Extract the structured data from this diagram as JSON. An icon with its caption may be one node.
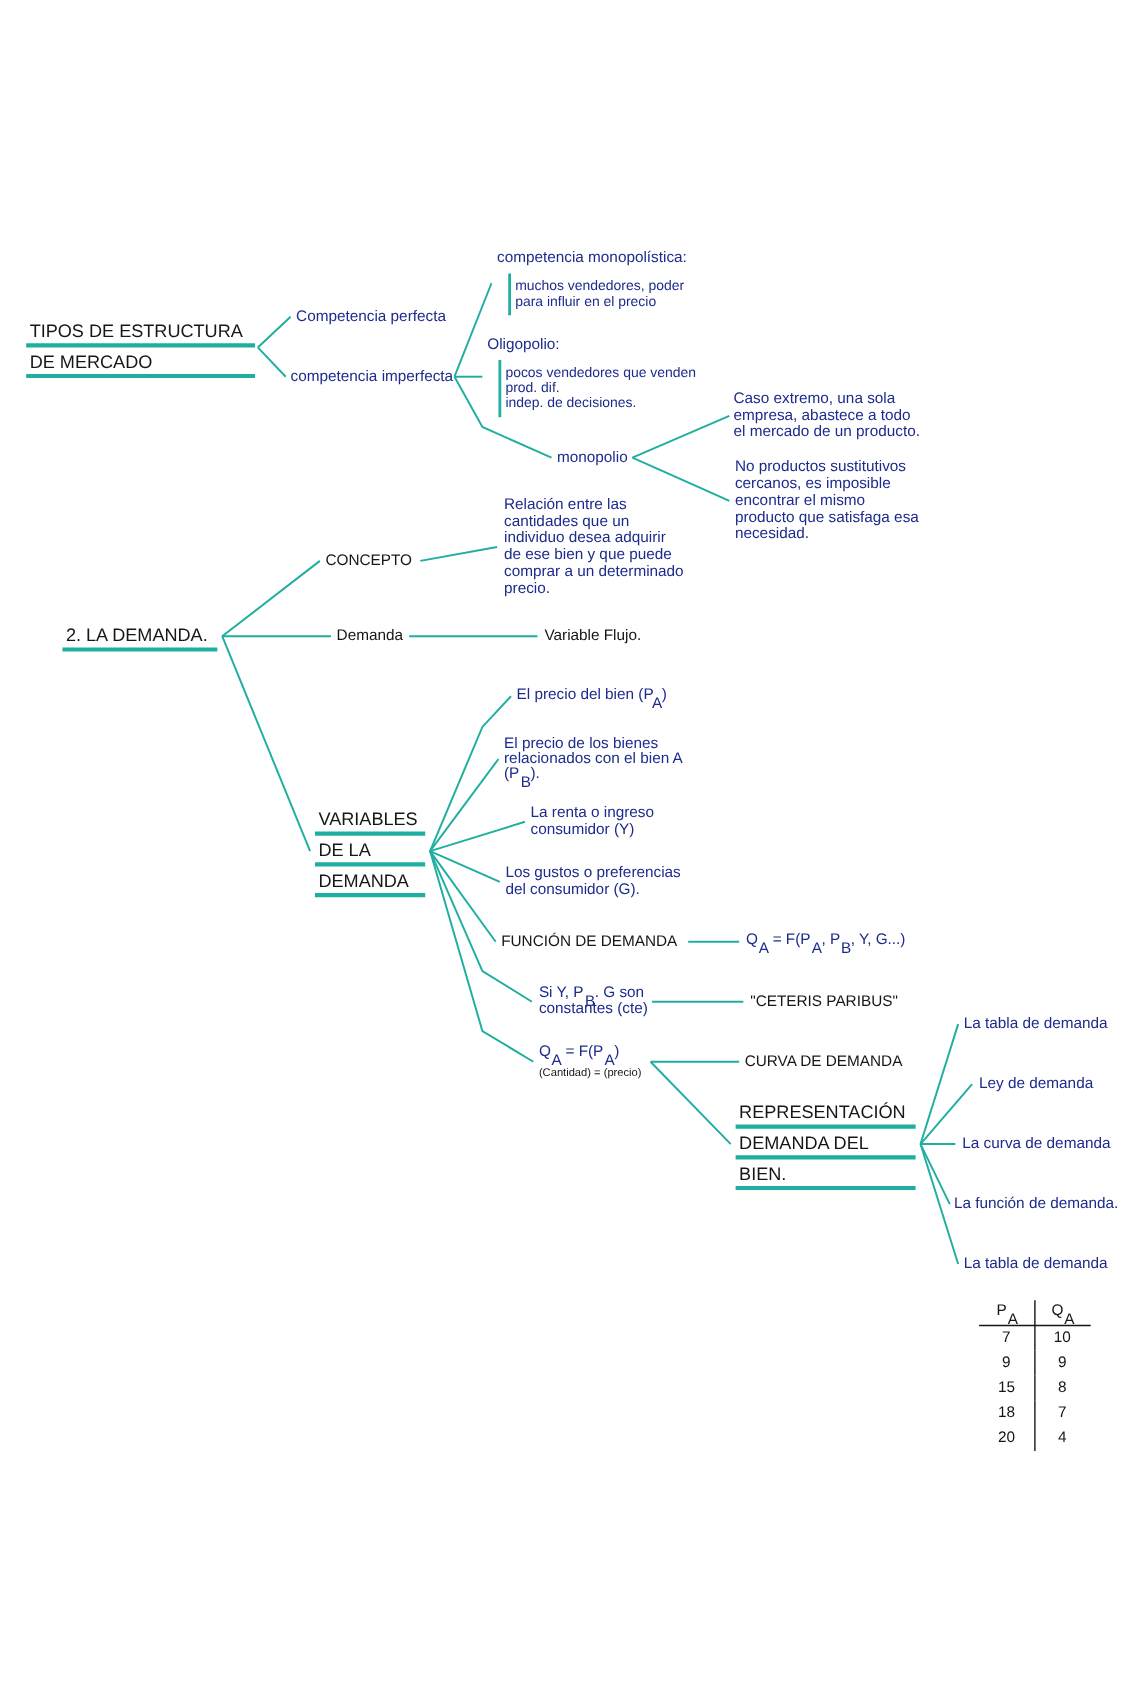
{
  "diagram": {
    "nodes": [
      {
        "text": [
          "TIPOS DE ESTRUCTURA DE MERCADO"
        ]
      },
      {
        "text": [
          "Competencia perfecta"
        ]
      },
      {
        "text": [
          "competencia imperfecta"
        ]
      },
      {
        "text": [
          "competencia monopolística:",
          "muchos vendedores, poder para influir en el precio"
        ]
      },
      {
        "text": [
          "Oligopolio:",
          "pocos vendedores que venden prod. dif.",
          "indep. de decisiones."
        ]
      },
      {
        "text": [
          "monopolio"
        ]
      },
      {
        "text": [
          "Caso extremo, una sola empresa, abastece a todo el mercado de un producto."
        ]
      },
      {
        "text": [
          "No productos sustitutivos cercanos, es imposible encontrar el mismo producto que satisfaga esa necesidad."
        ]
      },
      {
        "text": [
          "2. LA DEMANDA."
        ]
      },
      {
        "text": [
          "CONCEPTO"
        ]
      },
      {
        "text": [
          "Relación entre las cantidades que un individuo desea adquirir de ese bien y que puede comprar a un determinado precio."
        ]
      },
      {
        "text": [
          "Demanda"
        ]
      },
      {
        "text": [
          "Variable Flujo."
        ]
      },
      {
        "text": [
          "VARIABLES DE LA DEMANDA"
        ]
      },
      {
        "text": [
          "El precio del bien (P$_{A}$)"
        ]
      },
      {
        "text": [
          "El precio de los bienes relacionados con el bien A (P$_{B}$)."
        ]
      },
      {
        "text": [
          "La renta o ingreso consumidor (Y)"
        ]
      },
      {
        "text": [
          "Los gustos o preferencias del consumidor (G)."
        ]
      },
      {
        "text": [
          "FUNCIÓN DE DEMANDA"
        ]
      },
      {
        "text": [
          "Q$_{A}$ = F(P$_{A}$, P$_{B}$, Y, G...)"
        ]
      },
      {
        "text": [
          "Si Y, P$_{B}$. G son constantes (cte)"
        ]
      },
      {
        "text": [
          "\"CETERIS PARIBUS\""
        ]
      },
      {
        "text": [
          "Q$_{A}$ = F(P$_{A}$)"
        ],
        "beside": [
          "(Cantidad) = (precio)"
        ]
      },
      {
        "text": [
          "CURVA DE DEMANDA"
        ]
      },
      {
        "text": [
          "REPRESENTACIÓN DEMANDA DEL BIEN."
        ]
      },
      {
        "text": [
          "La tabla de demanda"
        ]
      },
      {
        "text": [
          "Ley de demanda"
        ]
      },
      {
        "text": [
          "La curva de demanda"
        ]
      },
      {
        "text": [
          "La función de demanda."
        ]
      },
      {
        "text": [
          "La tabla de demanda"
        ]
      }
    ],
    "edges": [
      {
        "from": 0,
        "to": 1,
        "arrow": "none"
      },
      {
        "from": 0,
        "to": 2,
        "arrow": "none"
      },
      {
        "from": 2,
        "to": 3,
        "arrow": "none"
      },
      {
        "from": 2,
        "to": 4,
        "arrow": "none"
      },
      {
        "from": 2,
        "to": 5,
        "arrow": "none"
      },
      {
        "from": 5,
        "to": 6,
        "arrow": "none"
      },
      {
        "from": 5,
        "to": 7,
        "arrow": "none"
      },
      {
        "from": 8,
        "to": 9,
        "arrow": "none"
      },
      {
        "from": 9,
        "to": 10,
        "arrow": "none"
      },
      {
        "from": 8,
        "to": 11,
        "arrow": "none"
      },
      {
        "from": 11,
        "to": 12,
        "arrow": "none"
      },
      {
        "from": 8,
        "to": 13,
        "arrow": "none"
      },
      {
        "from": 13,
        "to": 14,
        "arrow": "none"
      },
      {
        "from": 13,
        "to": 15,
        "arrow": "none"
      },
      {
        "from": 13,
        "to": 16,
        "arrow": "none"
      },
      {
        "from": 13,
        "to": 17,
        "arrow": "none"
      },
      {
        "from": 13,
        "to": 18,
        "arrow": "none"
      },
      {
        "from": 18,
        "to": 19,
        "arrow": "none"
      },
      {
        "from": 13,
        "to": 20,
        "arrow": "none"
      },
      {
        "from": 20,
        "to": 21,
        "arrow": "none"
      },
      {
        "from": 13,
        "to": 22,
        "arrow": "none"
      },
      {
        "from": 22,
        "to": 23,
        "arrow": "none"
      },
      {
        "from": 22,
        "to": 24,
        "arrow": "none"
      },
      {
        "from": 24,
        "to": 25,
        "arrow": "none"
      },
      {
        "from": 24,
        "to": 26,
        "arrow": "none"
      },
      {
        "from": 24,
        "to": 27,
        "arrow": "none"
      },
      {
        "from": 24,
        "to": 28,
        "arrow": "none"
      },
      {
        "from": 24,
        "to": 29,
        "arrow": "none"
      }
    ],
    "labels": [
      "P$_{A}$",
      "Q$_{A}$",
      "7",
      "10",
      "9",
      "9",
      "15",
      "8",
      "18",
      "7",
      "20",
      "4"
    ]
  }
}
